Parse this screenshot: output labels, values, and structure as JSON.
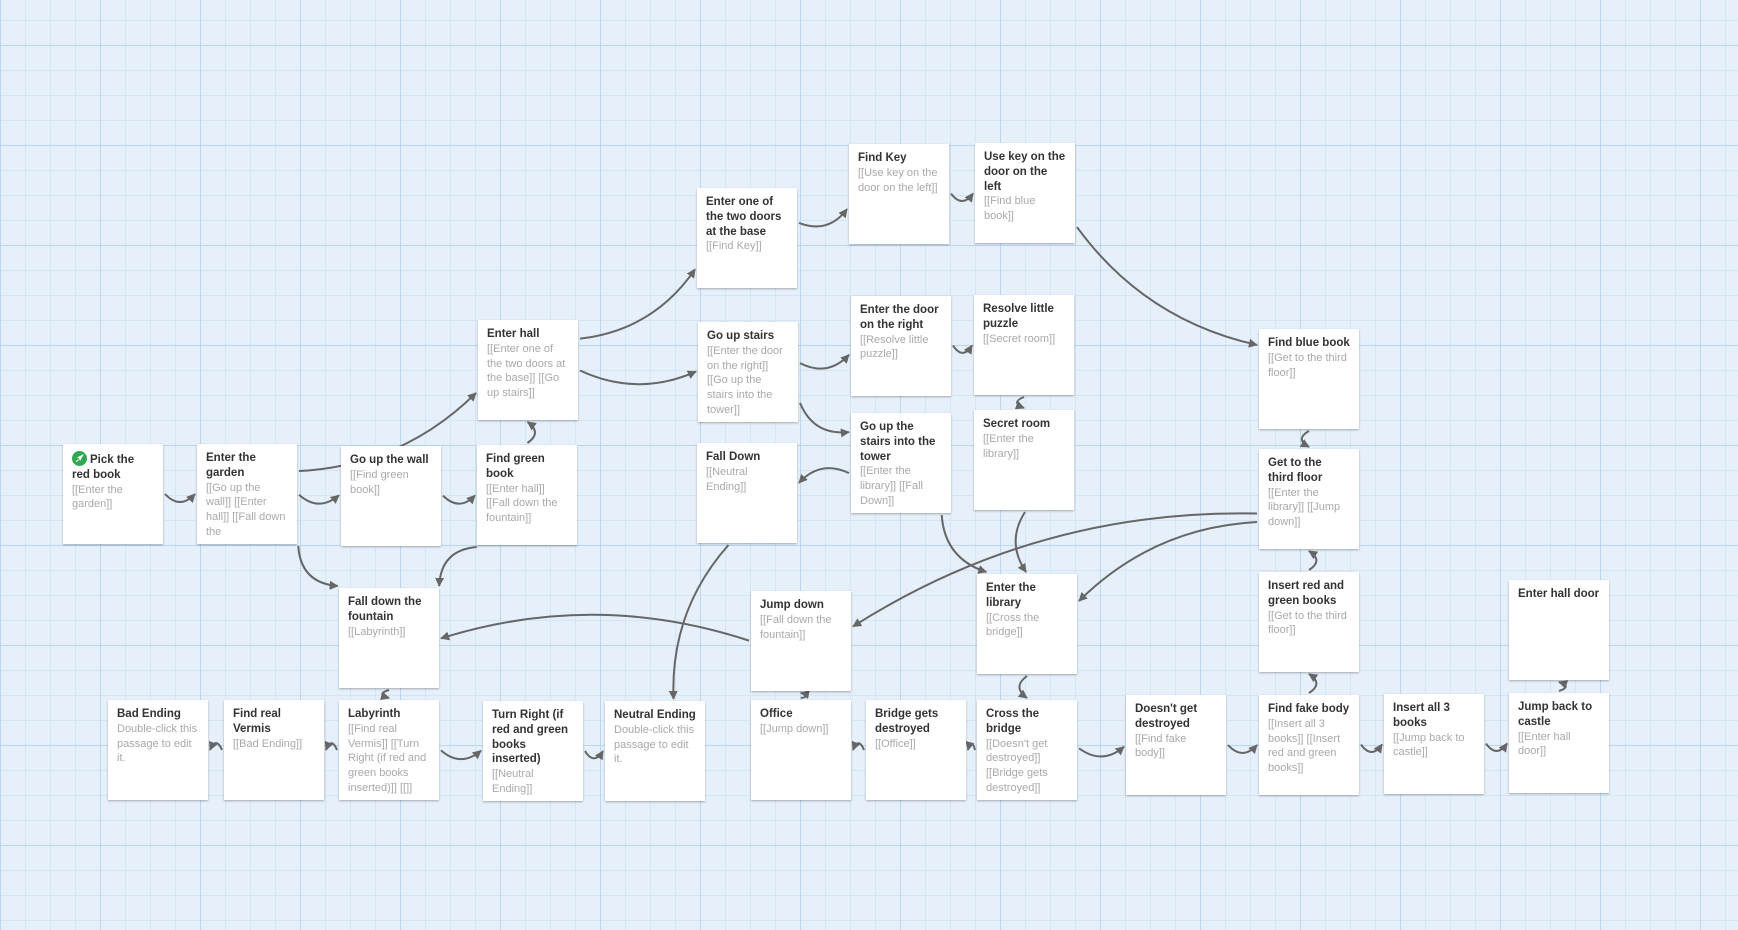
{
  "story_map": {
    "start_passage": "pick-red-book",
    "passages": [
      {
        "id": "pick-red-book",
        "title": "Pick the red book",
        "text": "[[Enter the garden]]",
        "start": true
      },
      {
        "id": "enter-garden",
        "title": "Enter the garden",
        "text": "[[Go up the wall]] [[Enter hall]] [[Fall down the"
      },
      {
        "id": "go-up-wall",
        "title": "Go up the wall",
        "text": "[[Find green book]]"
      },
      {
        "id": "find-green-book",
        "title": "Find green book",
        "text": "[[Enter hall]] [[Fall down the fountain]]"
      },
      {
        "id": "enter-hall",
        "title": "Enter hall",
        "text": "[[Enter one of the two doors at the base]] [[Go up stairs]]"
      },
      {
        "id": "enter-one-door",
        "title": "Enter one of the two doors at the base",
        "text": "[[Find Key]]"
      },
      {
        "id": "go-up-stairs",
        "title": "Go up stairs",
        "text": "[[Enter the door on the right]] [[Go up the stairs into the tower]]"
      },
      {
        "id": "fall-down",
        "title": "Fall Down",
        "text": "[[Neutral Ending]]"
      },
      {
        "id": "find-key",
        "title": "Find Key",
        "text": "[[Use key on the door on the left]]"
      },
      {
        "id": "use-key",
        "title": "Use key on the door on the left",
        "text": "[[Find blue book]]"
      },
      {
        "id": "enter-door-right",
        "title": "Enter the door on the right",
        "text": "[[Resolve little puzzle]]"
      },
      {
        "id": "resolve-puzzle",
        "title": "Resolve little puzzle",
        "text": "[[Secret room]]"
      },
      {
        "id": "go-up-tower",
        "title": "Go up the stairs into the tower",
        "text": "[[Enter the library]] [[Fall Down]]"
      },
      {
        "id": "secret-room",
        "title": "Secret room",
        "text": "[[Enter the library]]"
      },
      {
        "id": "find-blue-book",
        "title": "Find blue book",
        "text": "[[Get to the third floor]]"
      },
      {
        "id": "get-third-floor",
        "title": "Get to the third floor",
        "text": "[[Enter the library]] [[Jump down]]"
      },
      {
        "id": "insert-red-green",
        "title": "Insert red and green books",
        "text": "[[Get to the third floor]]"
      },
      {
        "id": "enter-library",
        "title": "Enter the library",
        "text": "[[Cross the bridge]]"
      },
      {
        "id": "fall-fountain",
        "title": "Fall down the fountain",
        "text": "[[Labyrinth]]"
      },
      {
        "id": "jump-down",
        "title": "Jump down",
        "text": "[[Fall down the fountain]]"
      },
      {
        "id": "bad-ending",
        "title": "Bad Ending",
        "text": "Double-click this passage to edit it."
      },
      {
        "id": "find-real-vermis",
        "title": "Find real Vermis",
        "text": "[[Bad Ending]]"
      },
      {
        "id": "labyrinth",
        "title": "Labyrinth",
        "text": "[[Find real Vermis]] [[Turn Right (if red and green books inserted)]] [[]]"
      },
      {
        "id": "turn-right",
        "title": "Turn Right (if red and green books inserted)",
        "text": "[[Neutral Ending]]"
      },
      {
        "id": "neutral-ending",
        "title": "Neutral Ending",
        "text": "Double-click this passage to edit it."
      },
      {
        "id": "office",
        "title": "Office",
        "text": "[[Jump down]]"
      },
      {
        "id": "bridge-destroyed",
        "title": "Bridge gets destroyed",
        "text": "[[Office]]"
      },
      {
        "id": "cross-bridge",
        "title": "Cross the bridge",
        "text": "[[Doesn't get destroyed]] [[Bridge gets destroyed]]"
      },
      {
        "id": "doesnt-get-destroyed",
        "title": "Doesn't get destroyed",
        "text": "[[Find fake body]]"
      },
      {
        "id": "find-fake-body",
        "title": "Find fake body",
        "text": "[[Insert all 3 books]] [[Insert red and green books]]"
      },
      {
        "id": "insert-all-3",
        "title": "Insert all 3 books",
        "text": "[[Jump back to castle]]"
      },
      {
        "id": "jump-back-castle",
        "title": "Jump back to castle",
        "text": "[[Enter hall door]]"
      },
      {
        "id": "enter-hall-door",
        "title": "Enter hall door",
        "text": ""
      }
    ],
    "links": [
      [
        "pick-red-book",
        "enter-garden"
      ],
      [
        "enter-garden",
        "go-up-wall"
      ],
      [
        "enter-garden",
        "enter-hall"
      ],
      [
        "enter-garden",
        "fall-fountain"
      ],
      [
        "go-up-wall",
        "find-green-book"
      ],
      [
        "find-green-book",
        "enter-hall"
      ],
      [
        "find-green-book",
        "fall-fountain"
      ],
      [
        "enter-hall",
        "enter-one-door"
      ],
      [
        "enter-hall",
        "go-up-stairs"
      ],
      [
        "enter-one-door",
        "find-key"
      ],
      [
        "find-key",
        "use-key"
      ],
      [
        "use-key",
        "find-blue-book"
      ],
      [
        "go-up-stairs",
        "enter-door-right"
      ],
      [
        "go-up-stairs",
        "go-up-tower"
      ],
      [
        "enter-door-right",
        "resolve-puzzle"
      ],
      [
        "resolve-puzzle",
        "secret-room"
      ],
      [
        "secret-room",
        "enter-library"
      ],
      [
        "go-up-tower",
        "enter-library"
      ],
      [
        "go-up-tower",
        "fall-down"
      ],
      [
        "fall-down",
        "neutral-ending"
      ],
      [
        "find-blue-book",
        "get-third-floor"
      ],
      [
        "get-third-floor",
        "enter-library"
      ],
      [
        "get-third-floor",
        "jump-down"
      ],
      [
        "insert-red-green",
        "get-third-floor"
      ],
      [
        "enter-library",
        "cross-bridge"
      ],
      [
        "cross-bridge",
        "doesnt-get-destroyed"
      ],
      [
        "cross-bridge",
        "bridge-destroyed"
      ],
      [
        "bridge-destroyed",
        "office"
      ],
      [
        "office",
        "jump-down"
      ],
      [
        "jump-down",
        "fall-fountain"
      ],
      [
        "fall-fountain",
        "labyrinth"
      ],
      [
        "labyrinth",
        "find-real-vermis"
      ],
      [
        "labyrinth",
        "turn-right"
      ],
      [
        "find-real-vermis",
        "bad-ending"
      ],
      [
        "turn-right",
        "neutral-ending"
      ],
      [
        "doesnt-get-destroyed",
        "find-fake-body"
      ],
      [
        "find-fake-body",
        "insert-all-3"
      ],
      [
        "find-fake-body",
        "insert-red-green"
      ],
      [
        "insert-all-3",
        "jump-back-castle"
      ],
      [
        "jump-back-castle",
        "enter-hall-door"
      ]
    ]
  }
}
